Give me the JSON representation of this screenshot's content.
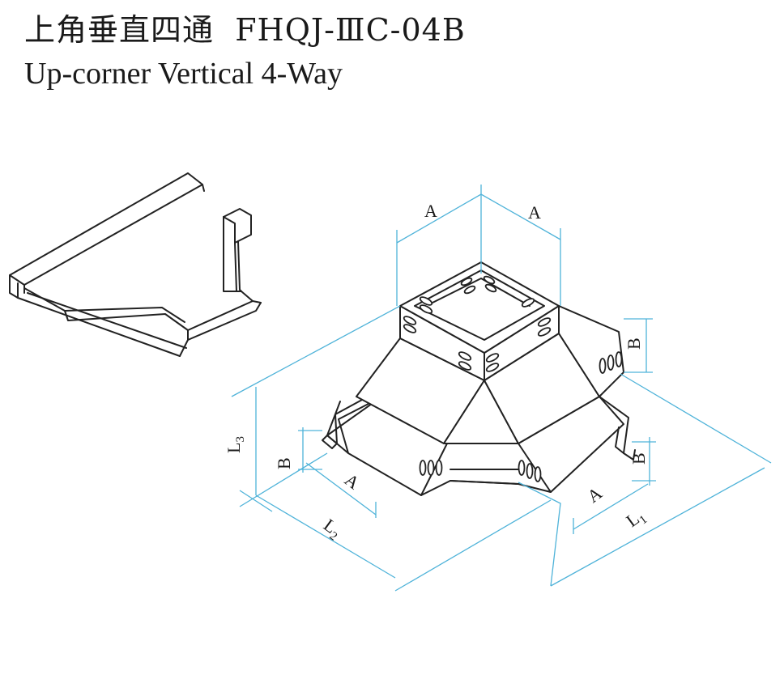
{
  "title": {
    "chinese": "上角垂直四通",
    "code": "FHQJ-ⅢC-04B",
    "english": "Up-corner Vertical 4-Way"
  },
  "dimensions": {
    "a_top_left": "A",
    "a_top_right": "A",
    "b_right_upper": "B",
    "b_right_lower": "B",
    "b_left": "B",
    "a_left": "A",
    "a_right": "A",
    "l1": "L",
    "l1_sub": "1",
    "l2": "L",
    "l2_sub": "2",
    "l3": "L",
    "l3_sub": "3"
  },
  "colors": {
    "dimension_lines": "#4fb3d9",
    "drawing_lines": "#222222"
  }
}
